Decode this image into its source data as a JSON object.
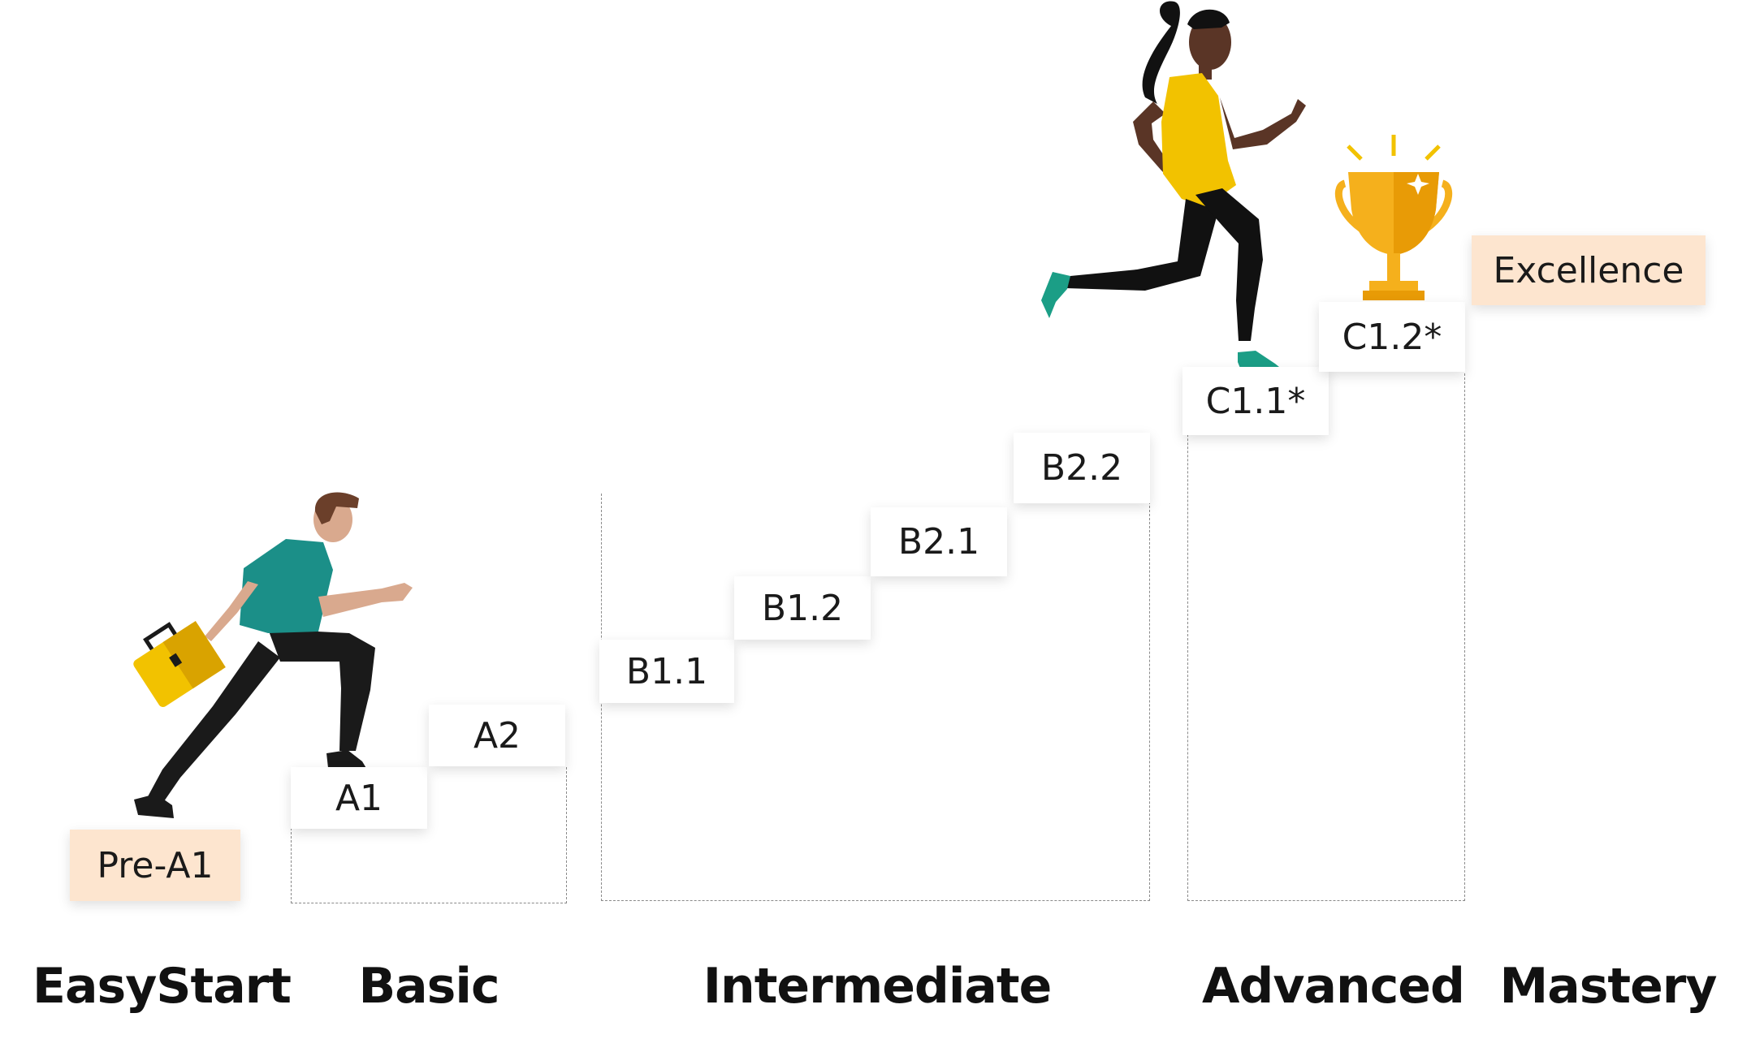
{
  "levels": [
    {
      "label": "Pre-A1",
      "accent": true
    },
    {
      "label": "A1",
      "accent": false
    },
    {
      "label": "A2",
      "accent": false
    },
    {
      "label": "B1.1",
      "accent": false
    },
    {
      "label": "B1.2",
      "accent": false
    },
    {
      "label": "B2.1",
      "accent": false
    },
    {
      "label": "B2.2",
      "accent": false
    },
    {
      "label": "C1.1*",
      "accent": false
    },
    {
      "label": "C1.2*",
      "accent": false
    },
    {
      "label": "Excellence",
      "accent": true
    }
  ],
  "groups": [
    {
      "label": "EasyStart"
    },
    {
      "label": "Basic"
    },
    {
      "label": "Intermediate"
    },
    {
      "label": "Advanced"
    },
    {
      "label": "Mastery"
    }
  ],
  "colors": {
    "accent_box": "#fde5cf",
    "teal": "#1b8f88",
    "yellow": "#f2c200",
    "gold": "#f5b01c",
    "ink": "#1a1a1a"
  },
  "icons": [
    "man-climbing-icon",
    "briefcase-icon",
    "woman-running-icon",
    "trophy-icon"
  ]
}
